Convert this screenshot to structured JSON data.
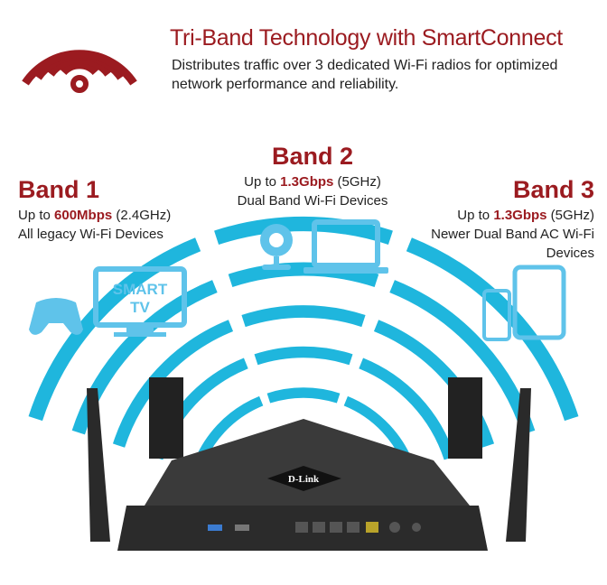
{
  "header": {
    "icon": "wifi-signal-icon",
    "title": "Tri-Band Technology with SmartConnect",
    "description": "Distributes traffic over 3 dedicated Wi-Fi radios for optimized network performance and reliability."
  },
  "bands": [
    {
      "name": "Band 1",
      "prefix": "Up to ",
      "speed": "600Mbps",
      "freq": " (2.4GHz)",
      "devices": "All legacy Wi-Fi Devices"
    },
    {
      "name": "Band 2",
      "prefix": "Up to ",
      "speed": "1.3Gbps",
      "freq": " (5GHz)",
      "devices": "Dual Band Wi-Fi Devices"
    },
    {
      "name": "Band 3",
      "prefix": "Up to ",
      "speed": "1.3Gbps",
      "freq": " (5GHz)",
      "devices": "Newer Dual Band AC Wi-Fi Devices"
    }
  ],
  "device_icons": [
    "gamepad-icon",
    "smart-tv-icon",
    "webcam-icon",
    "laptop-icon",
    "tablet-icon",
    "phone-icon"
  ],
  "smart_tv_label": [
    "SMART",
    "TV"
  ],
  "router": {
    "brand": "D-Link"
  },
  "colors": {
    "accent": "#9b1b20",
    "signal": "#1fb6dd",
    "device": "#5fc3ea"
  }
}
